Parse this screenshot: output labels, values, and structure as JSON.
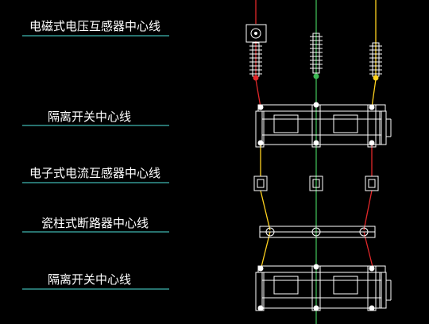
{
  "labels": [
    {
      "text": "电磁式电压互感器中心线"
    },
    {
      "text": "隔离开关中心线"
    },
    {
      "text": "电子式电流互感器中心线"
    },
    {
      "text": "瓷柱式断路器中心线"
    },
    {
      "text": "隔离开关中心线"
    }
  ],
  "colors": {
    "background": "#000000",
    "label_text": "#ffffff",
    "label_underline": "#3fb6b0",
    "phase_a": "#ffd21f",
    "phase_b": "#3dba55",
    "phase_c": "#e2282a",
    "equipment": "#ffffff"
  }
}
